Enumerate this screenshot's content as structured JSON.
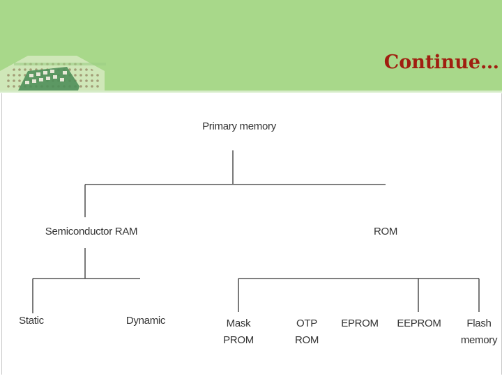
{
  "header": {
    "title": "Continue…"
  },
  "diagram": {
    "root": "Primary memory",
    "ram": "Semiconductor RAM",
    "rom": "ROM",
    "static": "Static",
    "dynamic": "Dynamic",
    "mask_prom": [
      "Mask",
      "PROM"
    ],
    "otp_rom": [
      "OTP",
      "ROM"
    ],
    "eprom": "EPROM",
    "eeprom": "EEPROM",
    "flash_memory": [
      "Flash",
      "memory"
    ]
  }
}
